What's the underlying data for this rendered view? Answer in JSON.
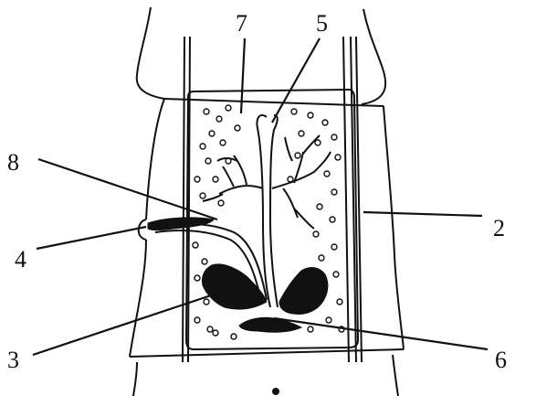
{
  "labels": {
    "l1": "2",
    "l2": "3",
    "l3": "4",
    "l4": "5",
    "l5": "6",
    "l6": "7",
    "l7": "8"
  },
  "colors": {
    "ink": "#111111",
    "background": "#ffffff"
  }
}
